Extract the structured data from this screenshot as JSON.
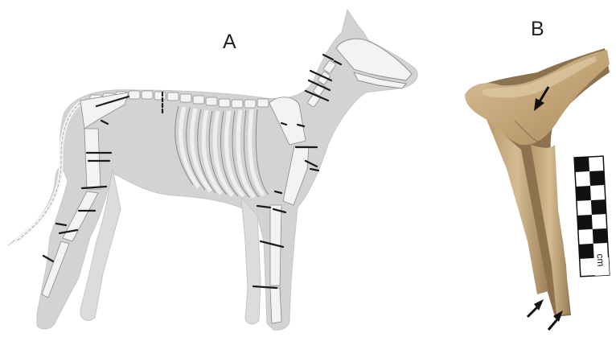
{
  "figure": {
    "panel_a_label": "A",
    "panel_b_label": "B",
    "scale_unit": "cm"
  },
  "colors": {
    "dog_silhouette": "#d2d2d2",
    "skeleton_bone": "#f4f4f4",
    "bone_outline": "#8a8a8a",
    "cut_mark": "#1a1a1a",
    "specimen_bone": "#c8ad82",
    "specimen_shadow": "#9c7f56",
    "scale_black": "#111111"
  },
  "icons": {
    "arrow": "black-arrow-icon"
  }
}
